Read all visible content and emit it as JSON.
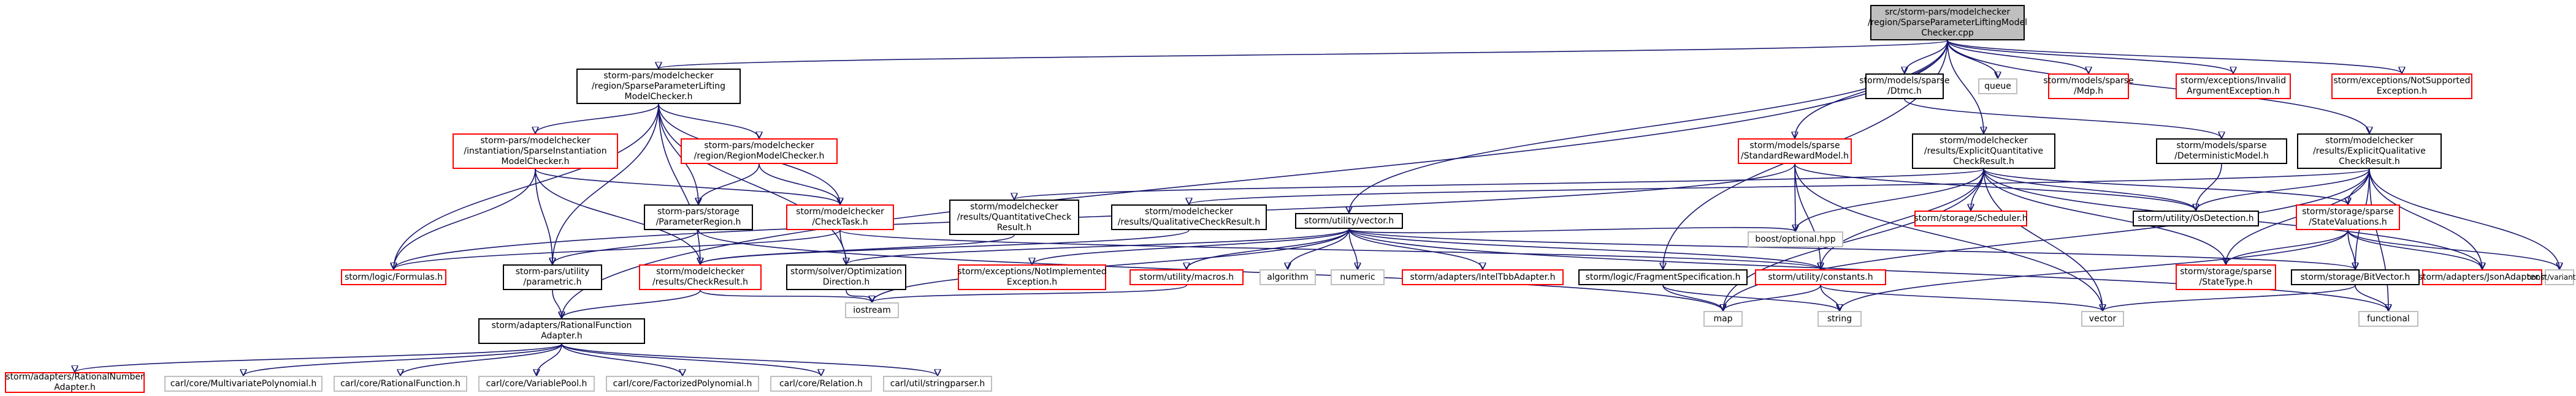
{
  "graph": {
    "edge_color": "#191970",
    "root_fill": "#bfbfbf",
    "nodes": {
      "root": "src/storm-pars/modelchecker\n/region/SparseParameterLiftingModel\nChecker.cpp",
      "lifting_h": "storm-pars/modelchecker\n/region/SparseParameterLifting\nModelChecker.h",
      "dtmc": "storm/models/sparse\n/Dtmc.h",
      "queue": "queue",
      "mdp": "storm/models/sparse\n/Mdp.h",
      "invalid_arg": "storm/exceptions/Invalid\nArgumentException.h",
      "not_supported": "storm/exceptions/NotSupported\nException.h",
      "inst_checker": "storm-pars/modelchecker\n/instantiation/SparseInstantiation\nModelChecker.h",
      "region_checker": "storm-pars/modelchecker\n/region/RegionModelChecker.h",
      "std_reward": "storm/models/sparse\n/StandardRewardModel.h",
      "expl_quant": "storm/modelchecker\n/results/ExplicitQuantitative\nCheckResult.h",
      "deterministic": "storm/models/sparse\n/DeterministicModel.h",
      "expl_qual": "storm/modelchecker\n/results/ExplicitQualitative\nCheckResult.h",
      "param_region": "storm-pars/storage\n/ParameterRegion.h",
      "check_task": "storm/modelchecker\n/CheckTask.h",
      "quant_result": "storm/modelchecker\n/results/QuantitativeCheck\nResult.h",
      "qual_result": "storm/modelchecker\n/results/QualitativeCheckResult.h",
      "utility_vector": "storm/utility/vector.h",
      "scheduler": "storm/storage/Scheduler.h",
      "os_detection": "storm/utility/OsDetection.h",
      "state_valuations": "storm/storage/sparse\n/StateValuations.h",
      "logic_formulas": "storm/logic/Formulas.h",
      "parametric": "storm-pars/utility\n/parametric.h",
      "check_result": "storm/modelchecker\n/results/CheckResult.h",
      "solver_opt": "storm/solver/Optimization\nDirection.h",
      "not_implemented": "storm/exceptions/NotImplemented\nException.h",
      "macros": "storm/utility/macros.h",
      "algorithm": "algorithm",
      "numeric": "numeric",
      "intel_tbb": "storm/adapters/IntelTbbAdapter.h",
      "fragment_spec": "storm/logic/FragmentSpecification.h",
      "constants": "storm/utility/constants.h",
      "boost_optional": "boost/optional.hpp",
      "state_type": "storm/storage/sparse\n/StateType.h",
      "bit_vector": "storm/storage/BitVector.h",
      "json_adapter": "storm/adapters/JsonAdapter.h",
      "boost_variant": "boost/variant.hpp",
      "rational_fn_adapter": "storm/adapters/RationalFunction\nAdapter.h",
      "iostream": "iostream",
      "map": "map",
      "string": "string",
      "vector": "vector",
      "functional": "functional",
      "rational_number_adapter": "storm/adapters/RationalNumber\nAdapter.h",
      "multivariate_poly": "carl/core/MultivariatePolynomial.h",
      "rational_function": "carl/core/RationalFunction.h",
      "variable_pool": "carl/core/VariablePool.h",
      "factorized_poly": "carl/core/FactorizedPolynomial.h",
      "relation": "carl/core/Relation.h",
      "stringparser": "carl/util/stringparser.h"
    }
  }
}
